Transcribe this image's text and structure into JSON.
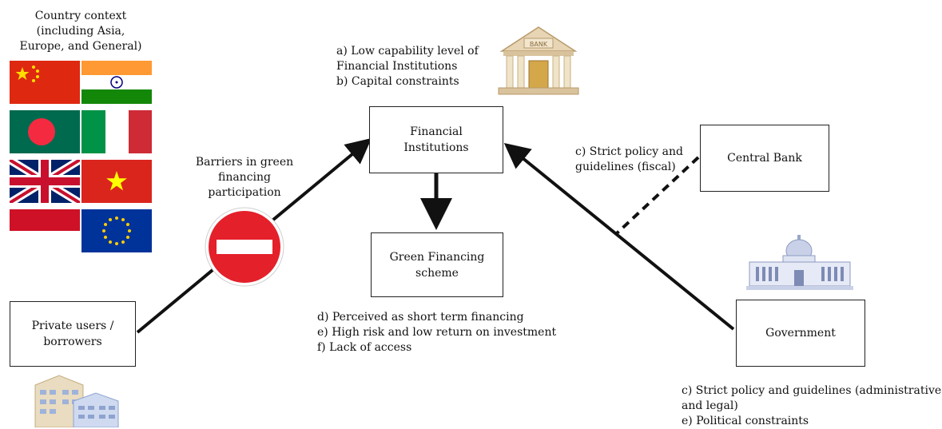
{
  "country_context": {
    "lines": [
      "Country context",
      "(including Asia,",
      "Europe, and General)"
    ]
  },
  "flags": [
    {
      "name": "china",
      "colors": [
        "#de2910",
        "#ffde00"
      ]
    },
    {
      "name": "india",
      "colors": [
        "#ff9933",
        "#ffffff",
        "#138808",
        "#000080"
      ]
    },
    {
      "name": "bangladesh",
      "colors": [
        "#006a4e",
        "#f42a41"
      ]
    },
    {
      "name": "italy",
      "colors": [
        "#009246",
        "#ffffff",
        "#ce2b37"
      ]
    },
    {
      "name": "united-kingdom",
      "colors": [
        "#012169",
        "#ffffff",
        "#c8102e"
      ]
    },
    {
      "name": "vietnam",
      "colors": [
        "#da251d",
        "#ffff00"
      ]
    },
    {
      "name": "indonesia",
      "colors": [
        "#ce1126",
        "#ffffff"
      ]
    },
    {
      "name": "european-union",
      "colors": [
        "#003399",
        "#ffcc00"
      ]
    }
  ],
  "nodes": {
    "financial_institutions": {
      "label_lines": [
        "Financial",
        "Institutions"
      ]
    },
    "green_financing": {
      "label_lines": [
        "Green Financing",
        "scheme"
      ]
    },
    "central_bank": {
      "label": "Central Bank"
    },
    "private_users": {
      "label_lines": [
        "Private users /",
        "borrowers"
      ]
    },
    "government": {
      "label": "Government"
    }
  },
  "notes": {
    "fi_barriers": [
      "a) Low capability level of",
      "Financial Institutions",
      "b) Capital constraints"
    ],
    "barrier_title": [
      "Barriers in green",
      "financing",
      "participation"
    ],
    "central_bank_policy": [
      "c) Strict policy and",
      "guidelines (fiscal)"
    ],
    "scheme_barriers": [
      "d) Perceived as short term financing",
      "e) High risk and low return on investment",
      "f) Lack of access"
    ],
    "gov_barriers": [
      "c) Strict policy and guidelines (administrative",
      "and legal)",
      "e) Political constraints"
    ]
  },
  "icons": {
    "bank_sign": "BANK",
    "bank": "bank-building-icon",
    "government": "government-building-icon",
    "office": "office-buildings-icon",
    "no_entry": "no-entry-sign-icon"
  }
}
